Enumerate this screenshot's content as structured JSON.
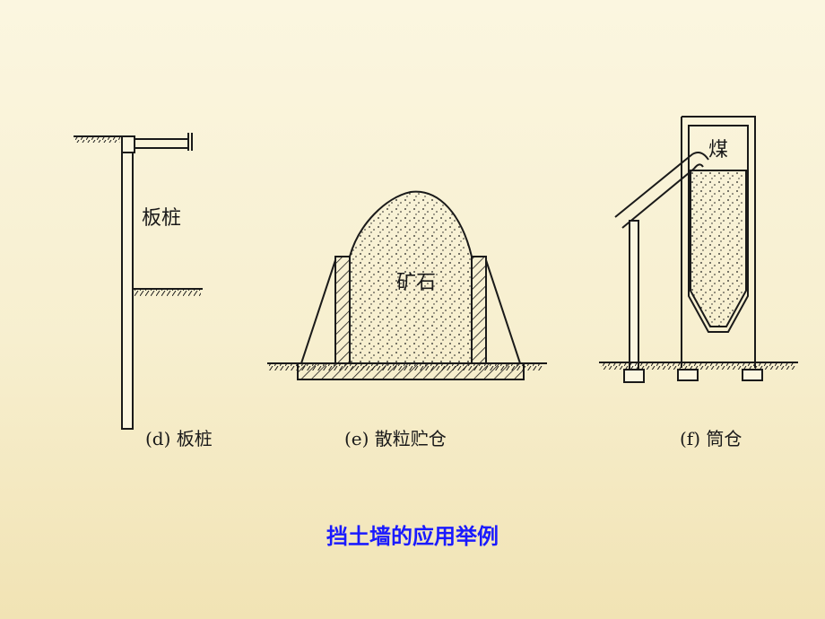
{
  "title": "挡土墙的应用举例",
  "colors": {
    "title": "#1a1aff",
    "line": "#1a1a1a",
    "background": "#f7efcf"
  },
  "panels": [
    {
      "id": "d",
      "inner_label": "板桩",
      "caption": "(d)  板桩"
    },
    {
      "id": "e",
      "inner_label": "矿石",
      "caption": "(e)  散粒贮仓"
    },
    {
      "id": "f",
      "inner_label": "煤",
      "caption": "(f)  筒仓"
    }
  ]
}
